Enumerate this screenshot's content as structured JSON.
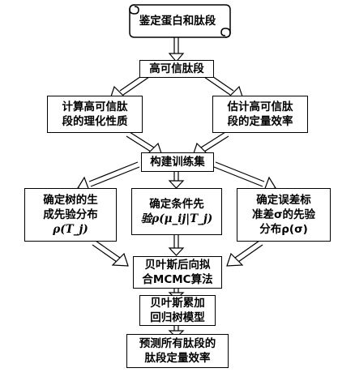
{
  "nodes": {
    "identify": {
      "lines": [
        "鉴定蛋白和肽段"
      ]
    },
    "high_conf": {
      "lines": [
        "高可信肽段"
      ]
    },
    "physchem": {
      "lines": [
        "计算高可信肽",
        "段的理化性质"
      ]
    },
    "quant": {
      "lines": [
        "估计高可信肽",
        "段的定量效率"
      ]
    },
    "training": {
      "lines": [
        "构建训练集"
      ]
    },
    "prior_tree": {
      "lines": [
        "确定树的生",
        "成先验分布"
      ],
      "math": "ρ(T_j)"
    },
    "cond_prior": {
      "lines": [
        "确定条件先"
      ],
      "math": "验ρ(μ_ij|T_j)"
    },
    "error_prior": {
      "lines": [
        "确定误差标",
        "准差σ的先验",
        "分布ρ(σ)"
      ]
    },
    "mcmc": {
      "lines": [
        "贝叶斯后向拟",
        "合MCMC算法"
      ]
    },
    "bart": {
      "lines": [
        "贝叶斯累加",
        "回归树模型"
      ]
    },
    "predict": {
      "lines": [
        "预测所有肽段的",
        "肽段定量效率"
      ]
    }
  }
}
